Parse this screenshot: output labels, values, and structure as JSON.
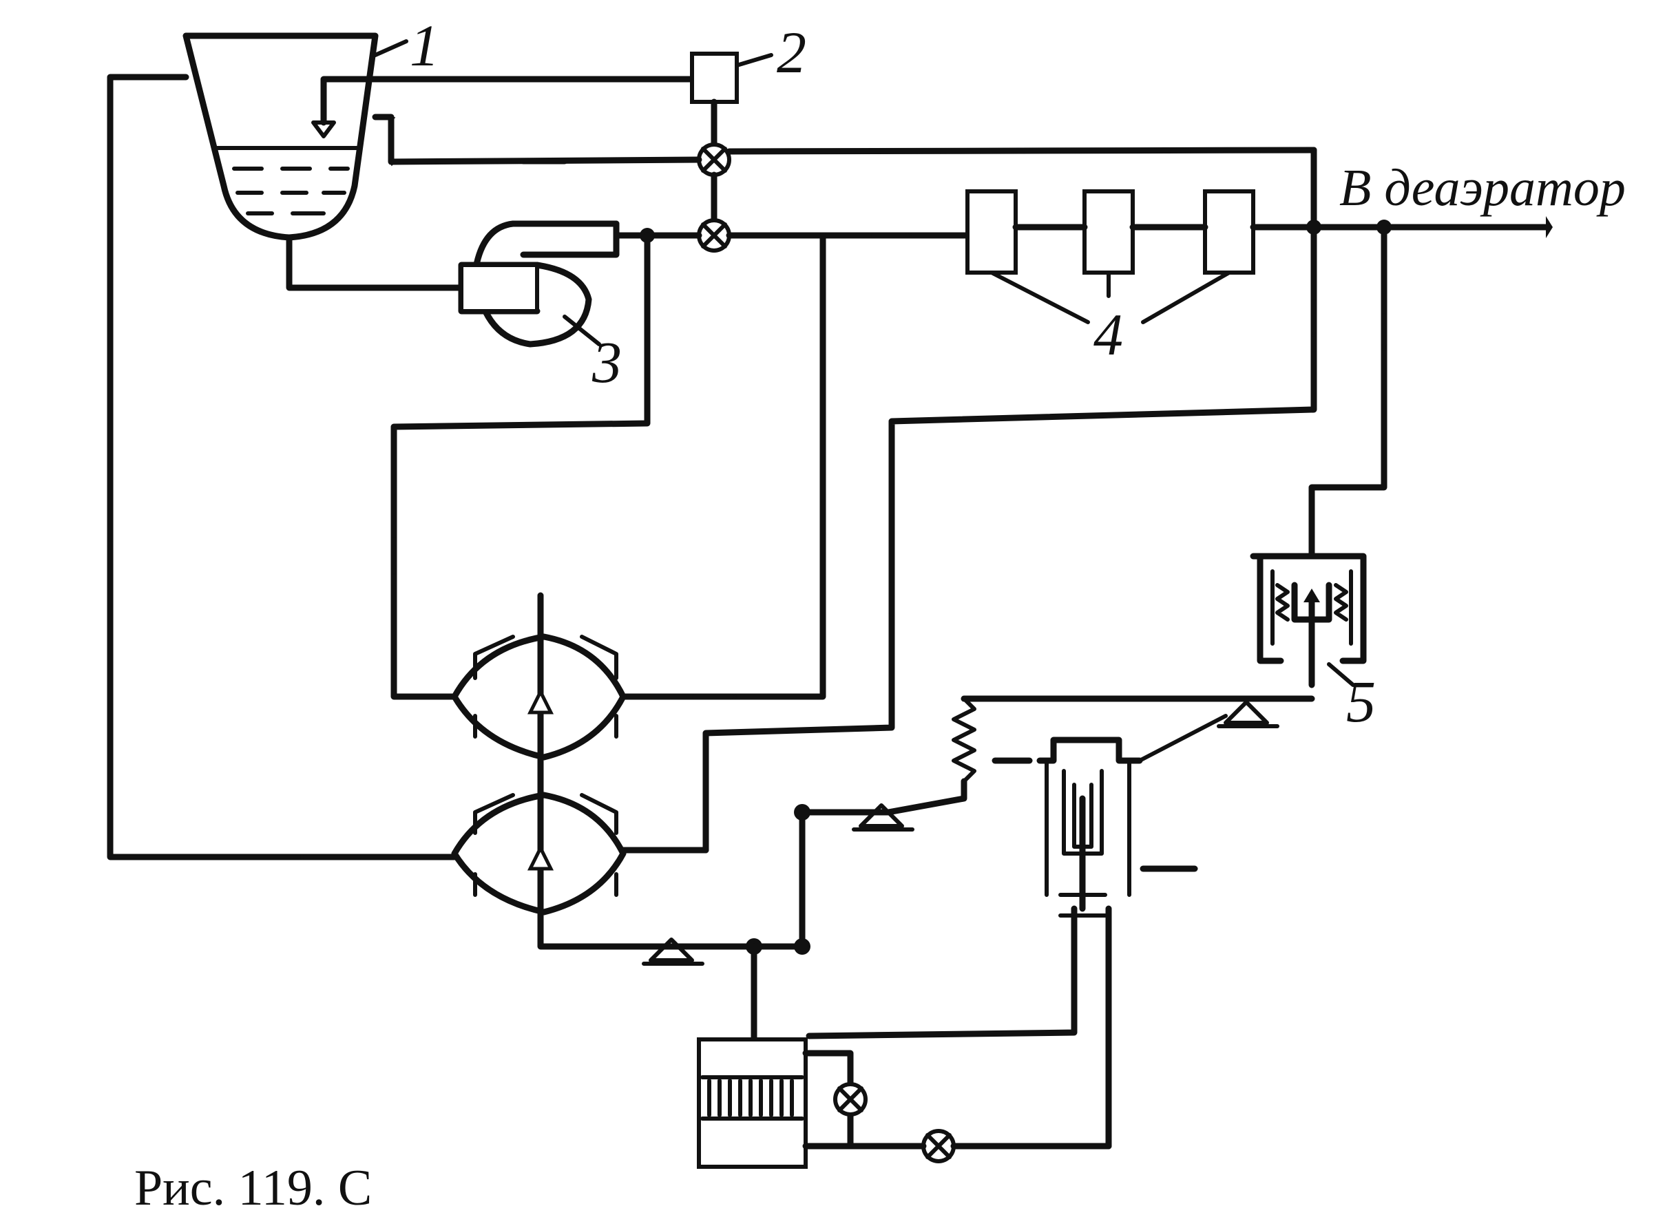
{
  "labels": {
    "tank": "1",
    "controller": "2",
    "pump": "3",
    "heaters": "4",
    "relay": "5"
  },
  "outlet_caption": "В деаэратор",
  "figure_caption": "Рис. 119. С",
  "colors": {
    "ink": "#111111",
    "background": "#ffffff"
  }
}
